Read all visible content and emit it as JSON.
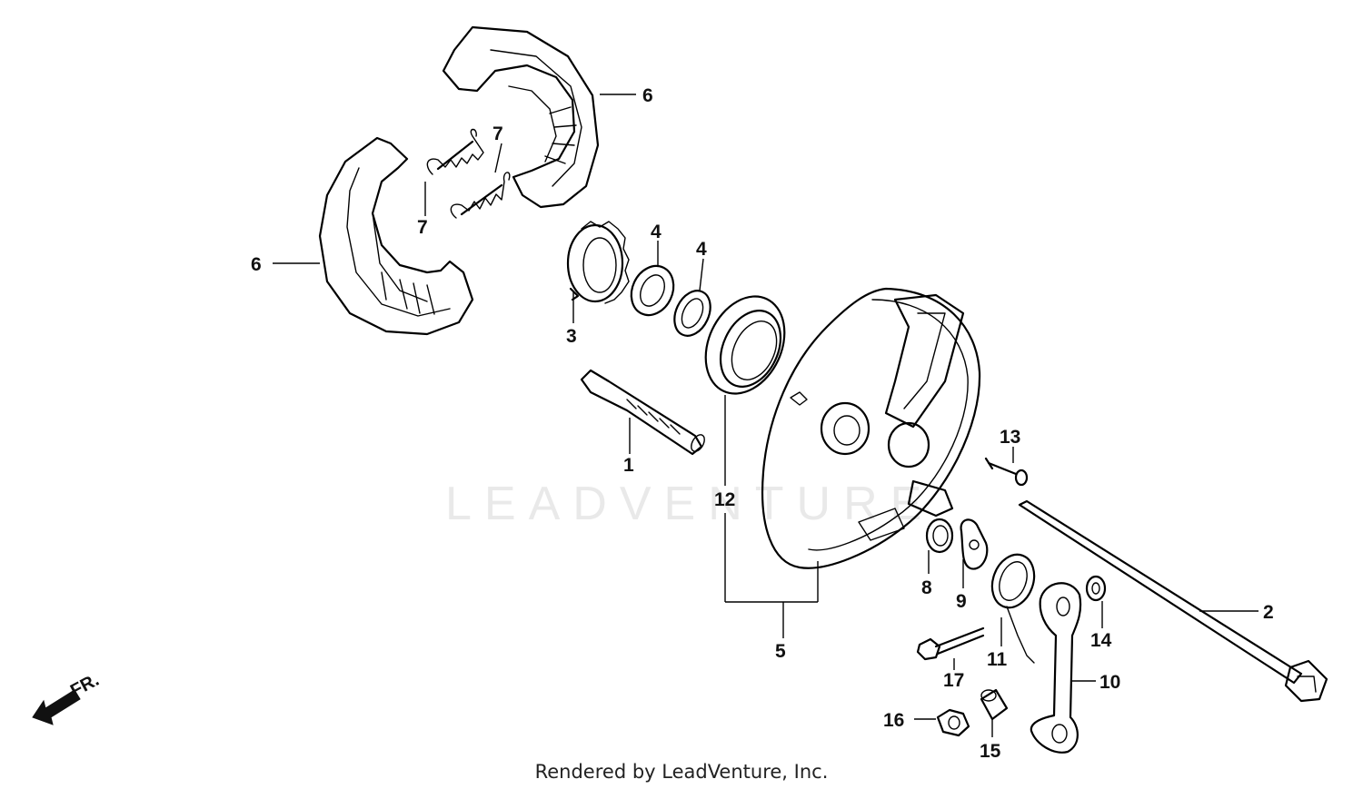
{
  "watermark": "LEADVENTURE",
  "footer": "Rendered by LeadVenture, Inc.",
  "direction_label": "FR.",
  "callouts": [
    "1",
    "2",
    "3",
    "4",
    "4",
    "5",
    "6",
    "6",
    "7",
    "7",
    "8",
    "9",
    "10",
    "11",
    "12",
    "13",
    "14",
    "15",
    "16",
    "17"
  ]
}
